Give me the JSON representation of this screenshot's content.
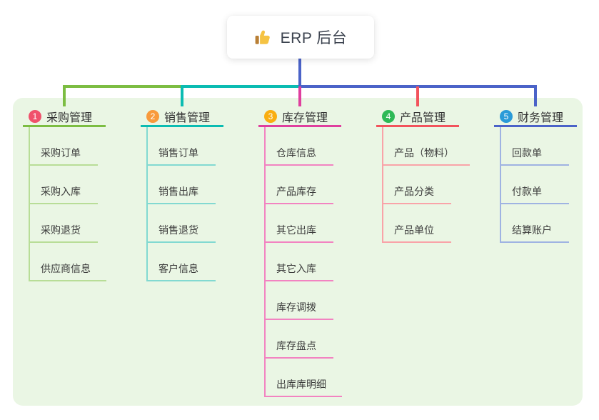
{
  "root": {
    "label": "ERP 后台",
    "icon": "thumbs-up-icon"
  },
  "panel_color": "#eaf6e4",
  "connector": {
    "stem_color": "#4b63c8",
    "segment_colors": [
      "#7cbd42",
      "#0bbcb2",
      "#4b63c8"
    ],
    "drop_colors": [
      "#7cbd42",
      "#0bbcb2",
      "#df3f9e",
      "#f2535c",
      "#4b63c8"
    ]
  },
  "branches": [
    {
      "num": "1",
      "label": "采购管理",
      "badge_color": "#f0516b",
      "line_color": "#7cbd42",
      "child_line_color": "#b8dd97",
      "children": [
        "采购订单",
        "采购入库",
        "采购退货",
        "供应商信息"
      ]
    },
    {
      "num": "2",
      "label": "销售管理",
      "badge_color": "#f89a3c",
      "line_color": "#0bbcb2",
      "child_line_color": "#82d9d1",
      "children": [
        "销售订单",
        "销售出库",
        "销售退货",
        "客户信息"
      ]
    },
    {
      "num": "3",
      "label": "库存管理",
      "badge_color": "#f9ae11",
      "line_color": "#df3f9e",
      "child_line_color": "#f283c1",
      "children": [
        "仓库信息",
        "产品库存",
        "其它出库",
        "其它入库",
        "库存调拨",
        "库存盘点",
        "出库库明细"
      ]
    },
    {
      "num": "4",
      "label": "产品管理",
      "badge_color": "#2eb956",
      "line_color": "#f2535c",
      "child_line_color": "#f9a3a8",
      "children": [
        "产品（物料）",
        "产品分类",
        "产品单位"
      ]
    },
    {
      "num": "5",
      "label": "财务管理",
      "badge_color": "#2a9bd8",
      "line_color": "#4b63c8",
      "child_line_color": "#9fb3e2",
      "children": [
        "回款单",
        "付款单",
        "结算账户"
      ]
    }
  ]
}
